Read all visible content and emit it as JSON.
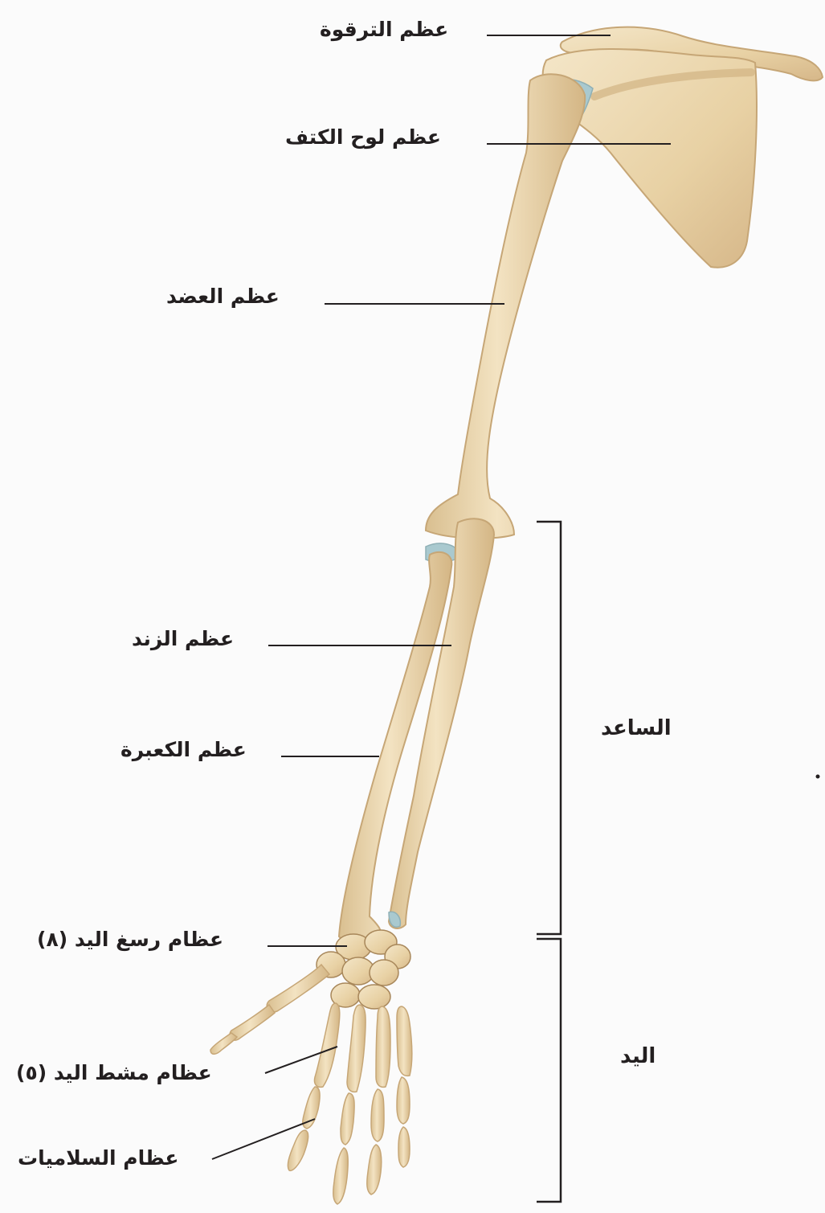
{
  "labels": {
    "clavicle": "عظم الترقوة",
    "scapula": "عظم لوح الكتف",
    "humerus": "عظم العضد",
    "ulna": "عظم الزند",
    "radius": "عظم الكعبرة",
    "carpals": "عظام رسغ اليد (٨)",
    "metacarpals": "عظام مشط اليد (٥)",
    "phalanges": "عظام السلاميات"
  },
  "groups": {
    "forearm": "الساعد",
    "hand": "اليد"
  },
  "colors": {
    "bone": "#ecd7ad",
    "bone_shadow": "#c9a978",
    "cartilage": "#a9c9cf",
    "leader_line": "#231f20",
    "text": "#231f20"
  }
}
